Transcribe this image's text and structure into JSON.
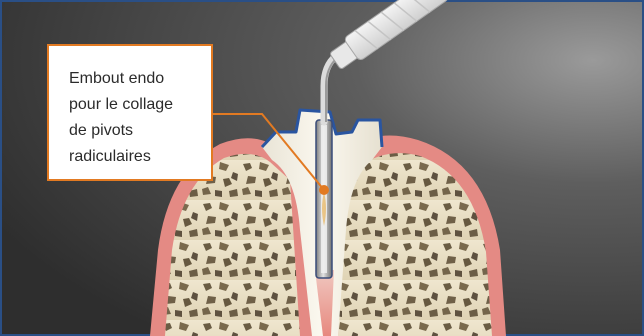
{
  "callout": {
    "lines": [
      "Embout endo",
      "pour le collage",
      "de pivots",
      "radiculaires"
    ]
  },
  "colors": {
    "background_dark": "#3a3a3a",
    "background_light": "#8c8c8c",
    "frame": "#2a4f86",
    "accent_orange": "#e27a22",
    "gum_pink": "#e48a84",
    "bone": "#e8dec6",
    "tooth_white": "#f3efe3",
    "outline_blue": "#2a55a0"
  }
}
